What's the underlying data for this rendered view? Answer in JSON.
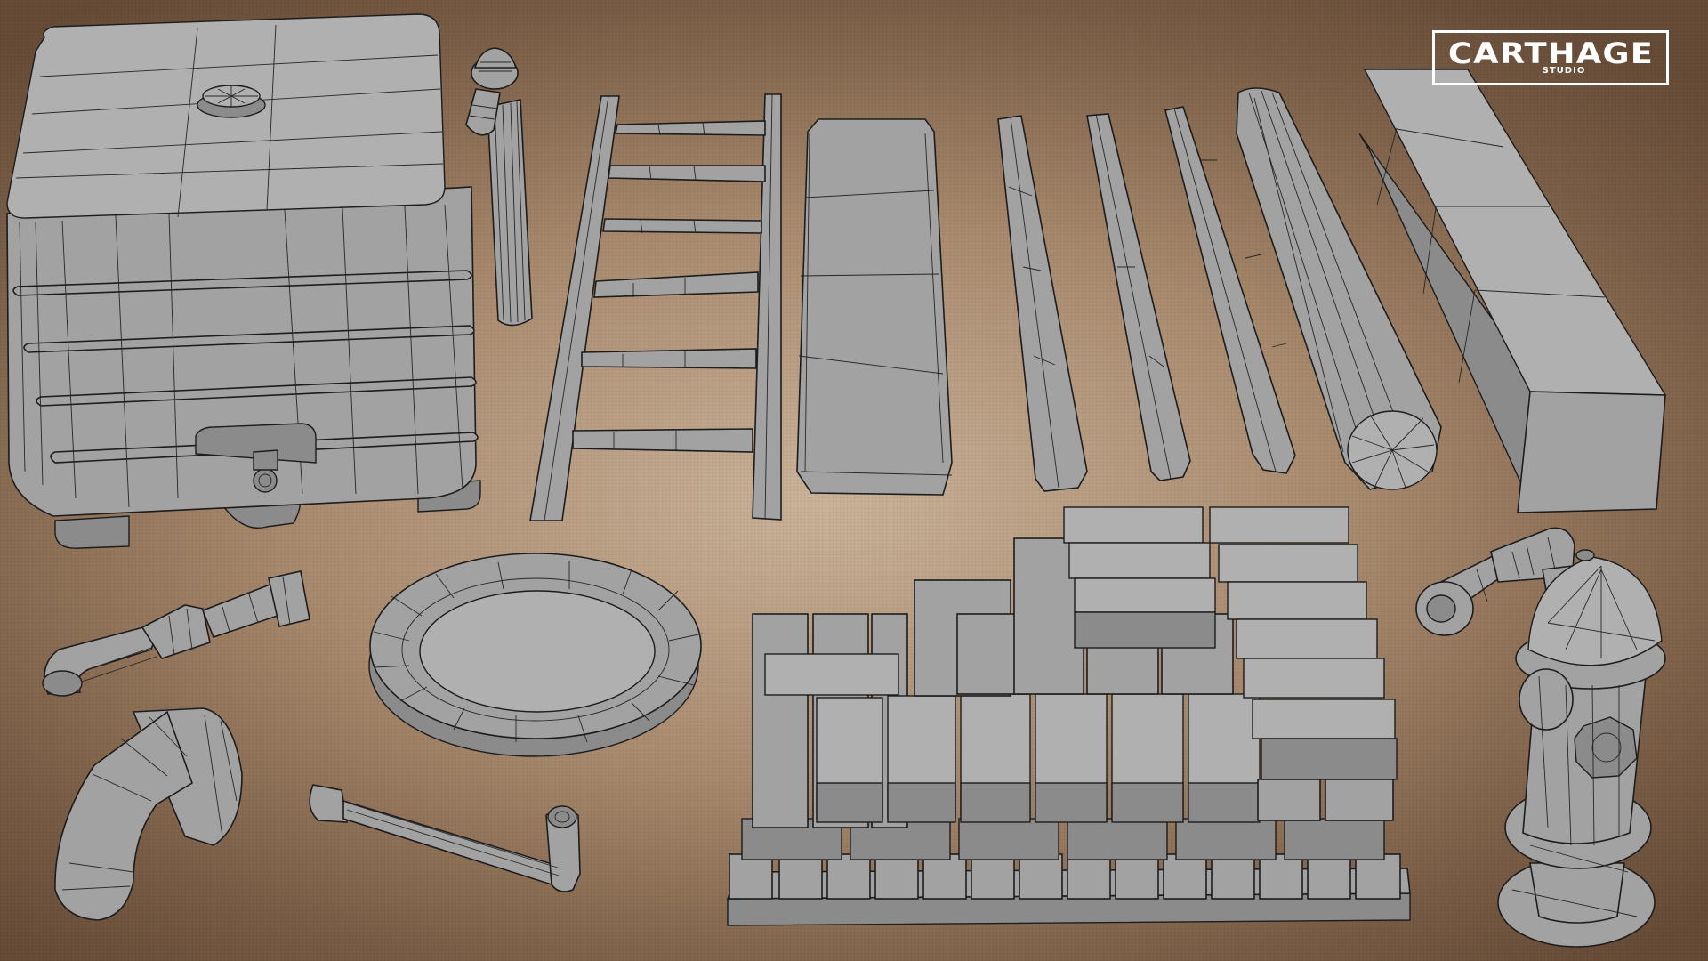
{
  "logo": {
    "title": "CARTHAGE",
    "subtitle": "STUDIO"
  },
  "colors": {
    "background_center": "#cbb39a",
    "background_edge": "#664b37",
    "model_fill": "#a2a2a2",
    "wire_color": "#1c1c1c",
    "logo_color": "#ffffff"
  },
  "scene": {
    "description": "Wireframe 3D prop showcase",
    "props": [
      "ibc-tank",
      "standpipe",
      "ladder",
      "wood-plank",
      "wood-stick-1",
      "wood-stick-2",
      "wood-stick-3",
      "log-cylinder",
      "square-beam",
      "bent-pipe-left",
      "manhole-lid",
      "pipe-elbow",
      "crank-pipe",
      "brick-pallet",
      "pipe-right",
      "fire-hydrant"
    ]
  }
}
